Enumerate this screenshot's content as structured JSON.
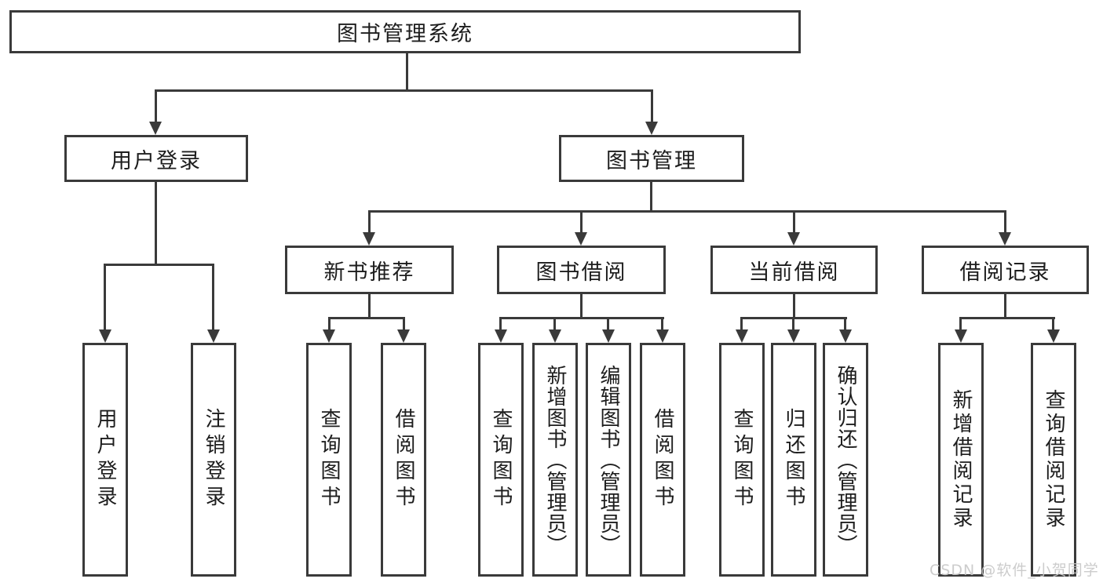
{
  "title": "图书管理系统",
  "user_branch": {
    "label": "用户登录",
    "children": [
      "用户登录",
      "注销登录"
    ]
  },
  "management_branch": {
    "label": "图书管理",
    "sections": [
      {
        "label": "新书推荐",
        "children": [
          "查询图书",
          "借阅图书"
        ]
      },
      {
        "label": "图书借阅",
        "children": [
          "查询图书",
          "新增图书（管理员）",
          "编辑图书（管理员）",
          "借阅图书"
        ]
      },
      {
        "label": "当前借阅",
        "children": [
          "查询图书",
          "归还图书",
          "确认归还（管理员）"
        ]
      },
      {
        "label": "借阅记录",
        "children": [
          "新增借阅记录",
          "查询借阅记录"
        ]
      }
    ]
  },
  "watermark": "CSDN @软件_小贺同学",
  "colors": {
    "line": "#3a3a3a",
    "text": "#1d1d1d",
    "box_background": "#ffffff",
    "page_background": "#ffffff",
    "watermark": "#c8c8c8"
  }
}
